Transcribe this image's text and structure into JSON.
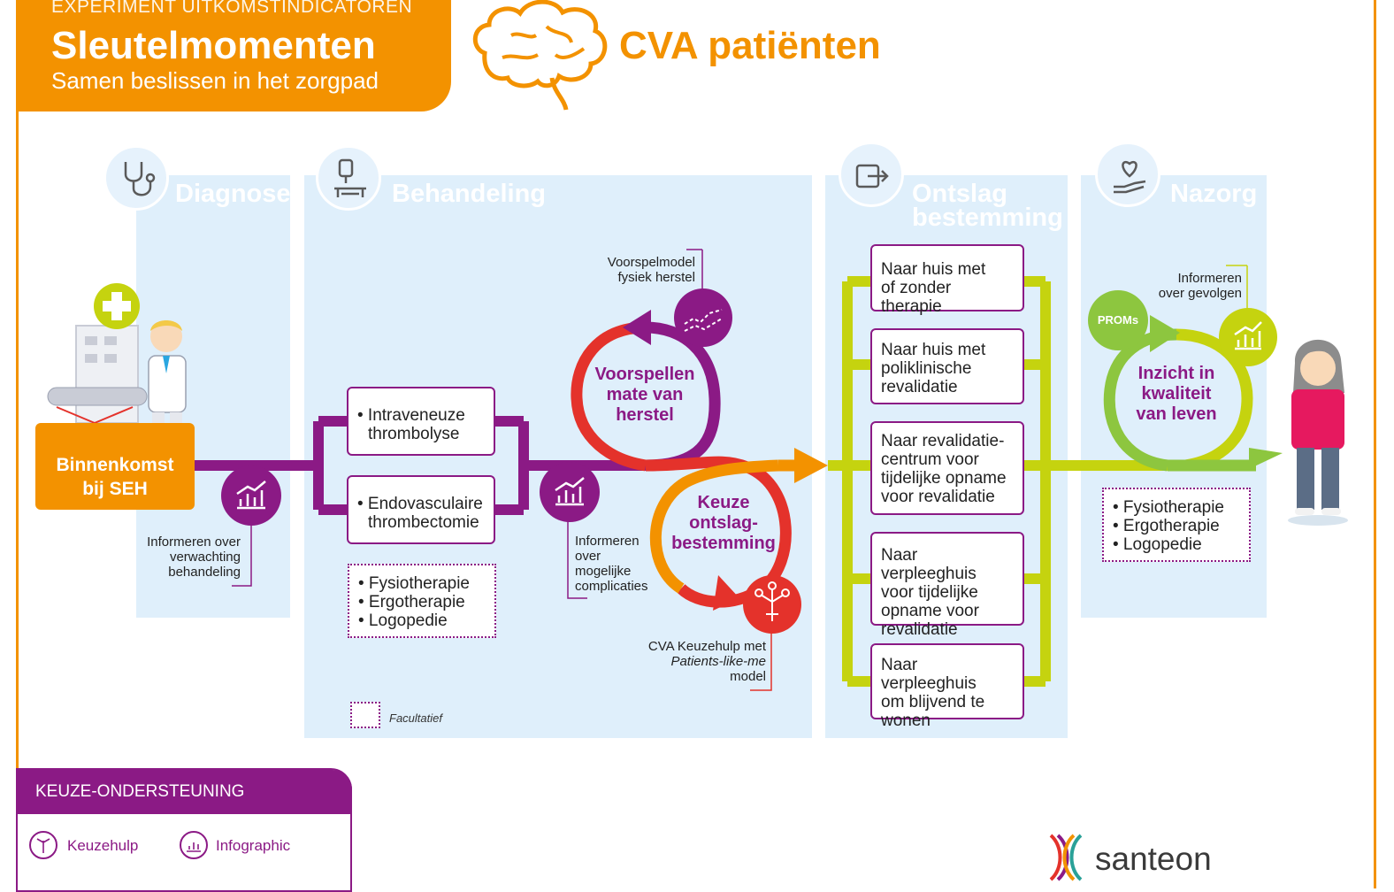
{
  "header": {
    "kicker": "EXPERIMENT UITKOMSTINDICATOREN",
    "title": "Sleutelmomenten",
    "subtitle": "Samen beslissen in het zorgpad",
    "patient_group": "CVA patiënten"
  },
  "phases": {
    "diagnose": "Diagnose",
    "behandeling": "Behandeling",
    "ontslag": "Ontslag bestemming",
    "nazorg": "Nazorg"
  },
  "entry": {
    "label_line1": "Binnenkomst",
    "label_line2": "bij SEH"
  },
  "info_labels": {
    "verwachting": [
      "Informeren over",
      "verwachting",
      "behandeling"
    ],
    "complicaties": [
      "Informeren",
      "over",
      "mogelijke",
      "complicaties"
    ],
    "gevolgen": [
      "Informeren",
      "over gevolgen"
    ],
    "voorspelmodel": [
      "Voorspelmodel",
      "fysiek herstel"
    ],
    "keuzehulp_line1": "CVA Keuzehulp met",
    "keuzehulp_line2": "Patients-like-me",
    "keuzehulp_line3": "model"
  },
  "treatments": [
    [
      "• Intraveneuze",
      "thrombolyse"
    ],
    [
      "• Endovasculaire",
      "thrombectomie"
    ]
  ],
  "optional_therapies": [
    "• Fysiotherapie",
    "• Ergotherapie",
    "• Logopedie"
  ],
  "nazorg_therapies": [
    "• Fysiotherapie",
    "• Ergotherapie",
    "• Logopedie"
  ],
  "cycles": {
    "voorspellen": [
      "Voorspellen",
      "mate van",
      "herstel"
    ],
    "keuze": [
      "Keuze",
      "ontslag-",
      "bestemming"
    ],
    "inzicht": [
      "Inzicht in",
      "kwaliteit",
      "van leven"
    ]
  },
  "proms_label": "PROMs",
  "destinations": [
    [
      "Naar huis met",
      "of zonder therapie"
    ],
    [
      "Naar huis met",
      "poliklinische",
      "revalidatie"
    ],
    [
      "Naar revalidatie-",
      "centrum voor",
      "tijdelijke opname",
      "voor revalidatie"
    ],
    [
      "Naar verpleeghuis",
      "voor tijdelijke",
      "opname voor",
      "revalidatie"
    ],
    [
      "Naar verpleeghuis",
      "om blijvend te",
      "wonen"
    ]
  ],
  "facultatief": "Facultatief",
  "legend": {
    "title": "KEUZE-ONDERSTEUNING",
    "items": [
      "Keuzehulp",
      "Infographic"
    ]
  },
  "brand": "santeon",
  "colors": {
    "orange": "#f39200",
    "purple": "#8b1a85",
    "red": "#e4322b",
    "lime": "#c5d30f",
    "green": "#8dc63f",
    "panel": "#dfeffb"
  },
  "icons": [
    "stethoscope-icon",
    "iv-drip-icon",
    "exit-icon",
    "care-heart-icon",
    "brain-icon",
    "hospital-icon",
    "doctor-icon",
    "patient-icon",
    "infographic-icon",
    "prediction-icon",
    "decision-aid-icon",
    "proms-icon"
  ]
}
